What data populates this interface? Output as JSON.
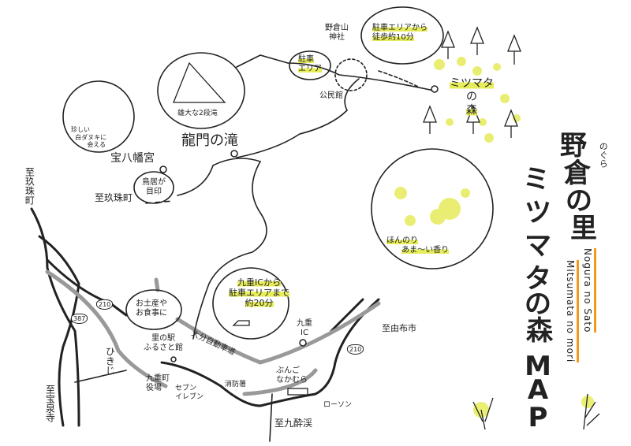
{
  "title": {
    "nogura_kanji": [
      "野",
      "倉",
      "の",
      "里"
    ],
    "nogura_kana": "のぐら",
    "mitsumata": [
      "ミ",
      "ツ",
      "マ",
      "タ",
      "の",
      "森",
      "M",
      "A",
      "P"
    ],
    "romaji_1": "Nogura no Sato",
    "romaji_2": "Mitsumata no mori"
  },
  "colors": {
    "highlight": "#e6ec5a",
    "accent_orange": "#f39a1e",
    "road_gray": "#aaaaaa",
    "ink": "#222222"
  },
  "labels": {
    "to_kusu_top": "至玖珠町",
    "to_kusu_lower": "至玖珠町",
    "takara_hachimangu": "宝八幡宮",
    "torii_bubble": [
      "鳥居が",
      "目印"
    ],
    "tanuki_bubble": [
      "珍しい",
      "白ダヌキに",
      "会える"
    ],
    "waterfall_bubble": "雄大な2段滝",
    "ryumon_falls": "龍門の滝",
    "nogurayama_shrine": [
      "野倉山",
      "神社"
    ],
    "parking_bubble": [
      "駐車",
      "エリア"
    ],
    "community_hall": "公民館",
    "walk_bubble": [
      "駐車エリアから",
      "徒歩約10分"
    ],
    "mitsumata_forest": [
      "ミツマタ",
      "の",
      "森"
    ],
    "scent_bubble": [
      "ほんのり",
      "あま〜い香り"
    ],
    "drive_bubble": [
      "九重ICから",
      "駐車エリアまで",
      "約20分"
    ],
    "kokonoe_ic": [
      "九重",
      "IC"
    ],
    "to_yufu": "至由布市",
    "expressway": "大分自動車道",
    "souvenir_bubble": [
      "お土産や",
      "お食事に"
    ],
    "sato_no_eki": [
      "里の駅",
      "ふるさと館"
    ],
    "hikiji": "ひきじ",
    "town_office": [
      "九重町",
      "役場"
    ],
    "seven_eleven": [
      "セブン",
      "イレブン"
    ],
    "fire_station": "消防署",
    "bungo_nakamura": [
      "ぶんご",
      "なかむら"
    ],
    "lawson": "ローソン",
    "to_kusui": "至九酔渓",
    "to_hosenji": "至宝泉寺",
    "route_210a": "210",
    "route_387": "387",
    "route_210b": "210"
  }
}
